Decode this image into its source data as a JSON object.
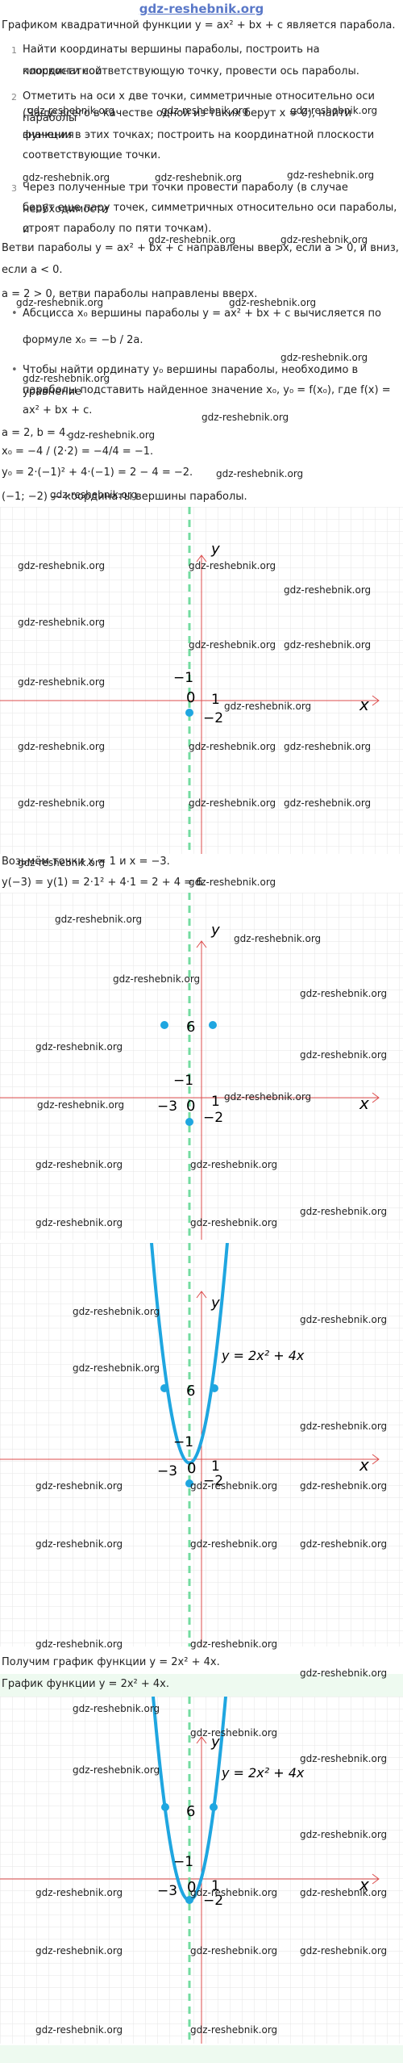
{
  "site": "gdz-reshebnik.org",
  "watermark": "gdz-reshebnik.org",
  "intro": "Графиком квадратичной функции y = ax² + bx + c является парабола.",
  "steps": [
    {
      "n": "1",
      "l1": "Найти координаты вершины параболы, построить на координатной",
      "l2": "плоскости соответствующую точку, провести ось параболы."
    },
    {
      "n": "2",
      "l1": "Отметить на оси x две точки, симметричные относительно оси параболы",
      "l2": "(Чаще всего в качестве одной из таких берут x = 0), найти значения",
      "l3": "функции в этих точках; построить на координатной плоскости",
      "l4": "соответствующие точки."
    },
    {
      "n": "3",
      "l1": "Через полученные три точки провести параболу (в случае необходимости",
      "l2": "берут еще пару точек, симметричных относительно оси параболы, и",
      "l3": "строят параболу по пяти точкам)."
    }
  ],
  "branches_l1": "Ветви параболы y = ax² + bx + c направлены вверх, если a > 0, и вниз,",
  "branches_l2": "если a < 0.",
  "a_pos": "a = 2 > 0, ветви параболы направлены вверх.",
  "absc_l1": "Абсцисса x₀ вершины параболы y = ax² + bx + c вычисляется по",
  "absc_l2": "формуле x₀ = −b / 2a.",
  "ord_l1": "Чтобы найти ординату y₀ вершины параболы, необходимо в уравнение",
  "ord_l2": "параболы подставить найденное значение x₀, y₀ = f(x₀), где f(x) =",
  "ord_l3": "ax² + bx + c.",
  "ab": "a = 2, b = 4.",
  "x0": "x₀ = −4 / (2·2) = −4/4 = −1.",
  "y0": "y₀ = 2·(−1)² + 4·(−1) = 2 − 4 = −2.",
  "vertex": "(−1; −2) — координаты вершины параболы.",
  "take_points": "Возьмём точки x = 1 и x = −3.",
  "y_values": "y(−3) = y(1) = 2·1² + 4·1 = 2 + 4 = 6.",
  "got_graph": "Получим график функции y = 2x² + 4x.",
  "graph_title": "График функции y = 2x² + 4x.",
  "axis": {
    "x": "x",
    "y": "y",
    "origin": "0",
    "one": "1",
    "minus_one": "−1",
    "minus_two": "−2",
    "minus_three": "−3",
    "six": "6"
  },
  "curve_label": "y = 2x² + 4x",
  "colors": {
    "grid": "#e6e6e6",
    "axis_line": "#dc4c4c",
    "point": "#1fa6e0",
    "curve": "#1fa6e0",
    "dashed": "#73dca0",
    "title": "#5a78c8"
  }
}
